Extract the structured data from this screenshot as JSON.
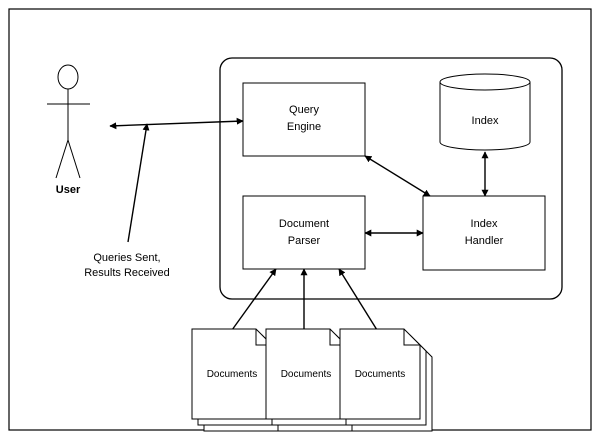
{
  "diagram": {
    "actor": {
      "label": "User"
    },
    "annotation": {
      "line1": "Queries Sent,",
      "line2": "Results Received"
    },
    "boxes": {
      "query_engine": {
        "line1": "Query",
        "line2": "Engine"
      },
      "document_parser": {
        "line1": "Document",
        "line2": "Parser"
      },
      "index_handler": {
        "line1": "Index",
        "line2": "Handler"
      },
      "index_store": {
        "label": "Index"
      }
    },
    "documents": [
      {
        "label": "Documents"
      },
      {
        "label": "Documents"
      },
      {
        "label": "Documents"
      }
    ]
  }
}
